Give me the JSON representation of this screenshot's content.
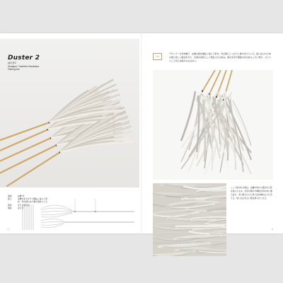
{
  "spread": {
    "left_page": {
      "title": "Duster 2",
      "subtitle": "はたき2",
      "meta_line1": "Designer: Yoshihiro Kawahara",
      "meta_line2": "Fishing line",
      "specs": [
        {
          "key": "素材",
          "value": "古書 竹"
        },
        {
          "key": "加工",
          "value": "古書を手ちぎりで細長く裂いて束ね、竹の柄に糸で巻き留めている"
        },
        {
          "key": "形状",
          "value": "ほうき状の房"
        },
        {
          "key": "用途",
          "value": "はたき"
        }
      ],
      "page_number": "ii"
    },
    "right_page": {
      "badge": "331",
      "intro": "デザイナーの手作業で、古書の紙を細長く裂いて束ね、竹の柄にしっかりと巻き付けている。使い古された本の紙に新しい役割を与え、日常の道具として再生させる試み。紙の文字や図版が房のあちこちに現れ、ひとつとして同じ表情のものはない。",
      "caption": "ここで使われる紙は、古書の中から選ばれた頁を裂いたもの。文字の断片や挿絵が房の中に散らばり、手に取るたびに違う読み物のように見える。使い込むほどに紙は柔らかくなる。",
      "page_number": "iii"
    }
  },
  "colors": {
    "accent": "#b9a586",
    "bamboo": "#cfa96a",
    "paper": "#e9e4d8"
  }
}
